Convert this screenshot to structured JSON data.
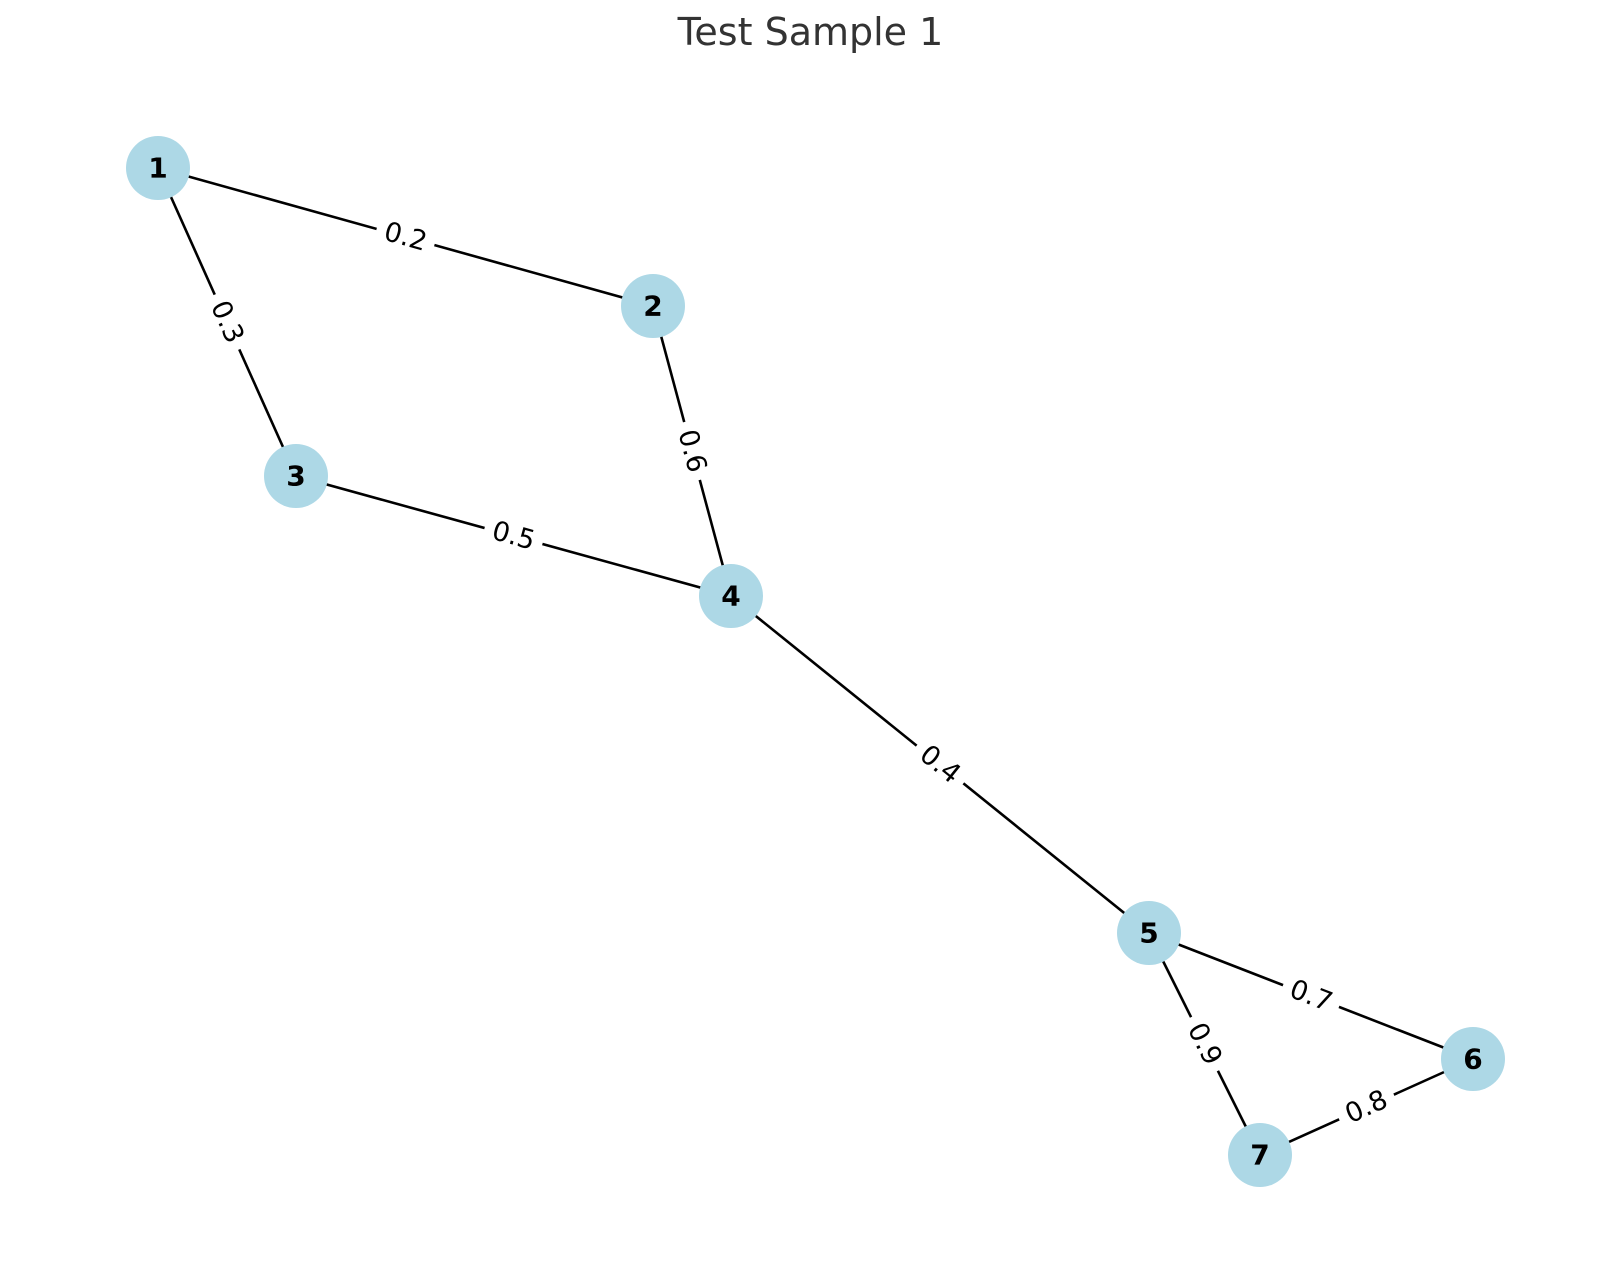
{
  "title": "Test Sample 1",
  "colors": {
    "node_fill": "#add8e6",
    "edge": "#000000",
    "title": "#333333"
  },
  "graph": {
    "nodes": [
      {
        "id": "1",
        "label": "1"
      },
      {
        "id": "2",
        "label": "2"
      },
      {
        "id": "3",
        "label": "3"
      },
      {
        "id": "4",
        "label": "4"
      },
      {
        "id": "5",
        "label": "5"
      },
      {
        "id": "6",
        "label": "6"
      },
      {
        "id": "7",
        "label": "7"
      }
    ],
    "edges": [
      {
        "source": "1",
        "target": "2",
        "weight": "0.2"
      },
      {
        "source": "1",
        "target": "3",
        "weight": "0.3"
      },
      {
        "source": "2",
        "target": "4",
        "weight": "0.6"
      },
      {
        "source": "3",
        "target": "4",
        "weight": "0.5"
      },
      {
        "source": "4",
        "target": "5",
        "weight": "0.4"
      },
      {
        "source": "5",
        "target": "6",
        "weight": "0.7"
      },
      {
        "source": "5",
        "target": "7",
        "weight": "0.9"
      },
      {
        "source": "6",
        "target": "7",
        "weight": "0.8"
      }
    ]
  }
}
